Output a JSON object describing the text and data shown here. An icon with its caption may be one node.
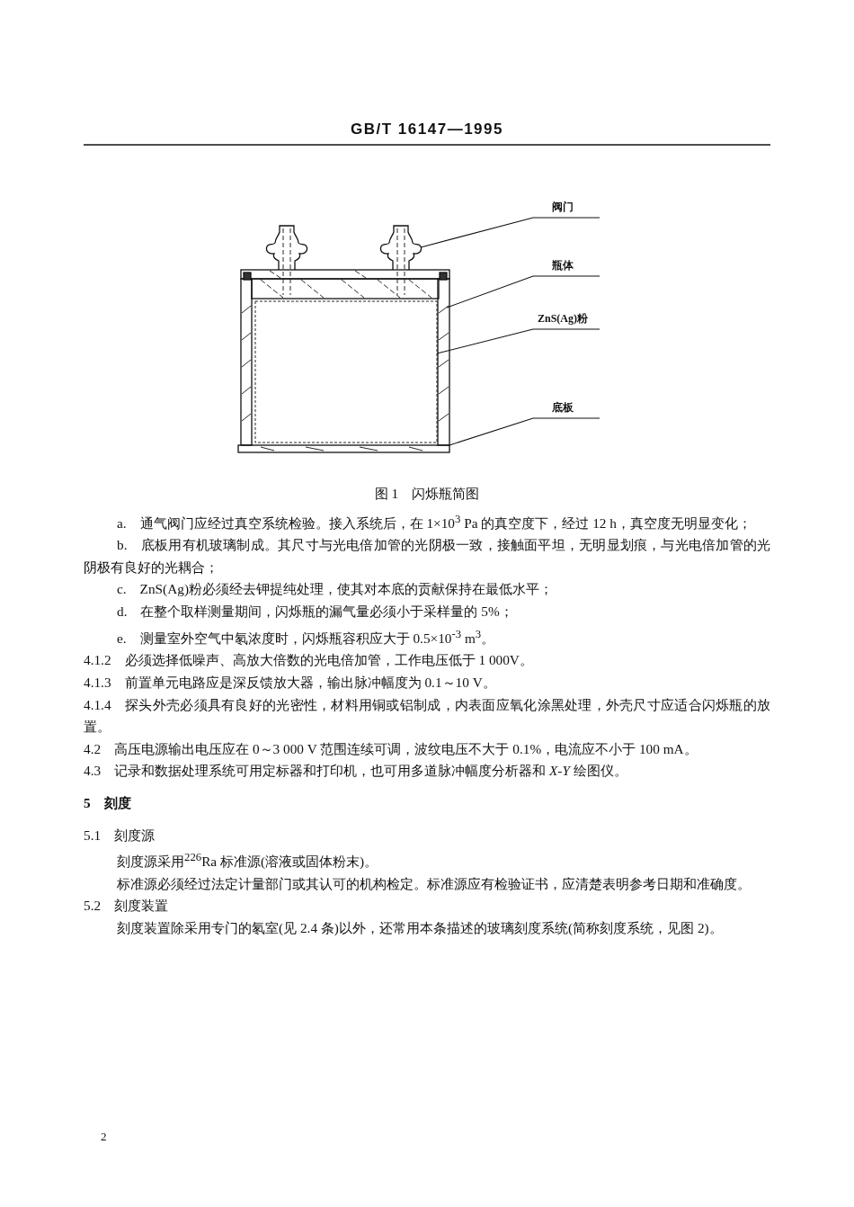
{
  "diagram": {
    "title": "GB/T 16147—1995",
    "caption": "图 1　闪烁瓶简图",
    "nodes": [
      {
        "text": [
          "阀门"
        ]
      },
      {
        "text": [
          "瓶体"
        ]
      },
      {
        "text": [
          "ZnS(Ag)粉"
        ]
      },
      {
        "text": [
          "底板"
        ]
      },
      {
        "text": [],
        "shape": "picture"
      },
      {
        "text": [],
        "shape": "picture"
      },
      {
        "text": [],
        "shape": "box"
      },
      {
        "text": [],
        "shape": "box",
        "in": 6
      },
      {
        "text": [],
        "shape": "bar"
      }
    ],
    "edges": [
      {
        "from": 0,
        "to": 5,
        "arrow": "none"
      },
      {
        "from": 1,
        "to": 6,
        "arrow": "none"
      },
      {
        "from": 2,
        "to": 7,
        "arrow": "none"
      },
      {
        "from": 3,
        "to": 8,
        "arrow": "none"
      }
    ],
    "labels": [
      "a.　通气阀门应经过真空系统检验。接入系统后，在 1×10$^{3}$ Pa 的真空度下，经过 12 h，真空度无明显变化；",
      "b.　底板用有机玻璃制成。其尺寸与光电倍加管的光阴极一致，接触面平坦，无明显划痕，与光电倍加管的光阴极有良好的光耦合；",
      "c.　ZnS(Ag)粉必须经去钾提纯处理，使其对本底的贡献保持在最低水平；",
      "d.　在整个取样测量期间，闪烁瓶的漏气量必须小于采样量的 5%；",
      "e.　测量室外空气中氡浓度时，闪烁瓶容积应大于 0.5×10$^{-3}$ m$^{3}$。",
      "4.1.2　必须选择低噪声、高放大倍数的光电倍加管，工作电压低于 1 000V。",
      "4.1.3　前置单元电路应是深反馈放大器，输出脉冲幅度为 0.1～10 V。",
      "4.1.4　探头外壳必须具有良好的光密性，材料用铜或铝制成，内表面应氧化涂黑处理，外壳尺寸应适合闪烁瓶的放置。",
      "4.2　高压电源输出电压应在 0～3 000 V 范围连续可调，波纹电压不大于 0.1%，电流应不小于 100 mA。",
      "4.3　记录和数据处理系统可用定标器和打印机，也可用多道脉冲幅度分析器和 *X-Y* 绘图仪。",
      "5　刻度",
      "5.1　刻度源",
      "刻度源采用$^{226}$Ra 标准源(溶液或固体粉末)。",
      "标准源必须经过法定计量部门或其认可的机构检定。标准源应有检验证书，应清楚表明参考日期和准确度。",
      "5.2　刻度装置",
      "刻度装置除采用专门的氡室(见 2.4 条)以外，还常用本条描述的玻璃刻度系统(简称刻度系统，见图 2)。",
      "2"
    ]
  }
}
